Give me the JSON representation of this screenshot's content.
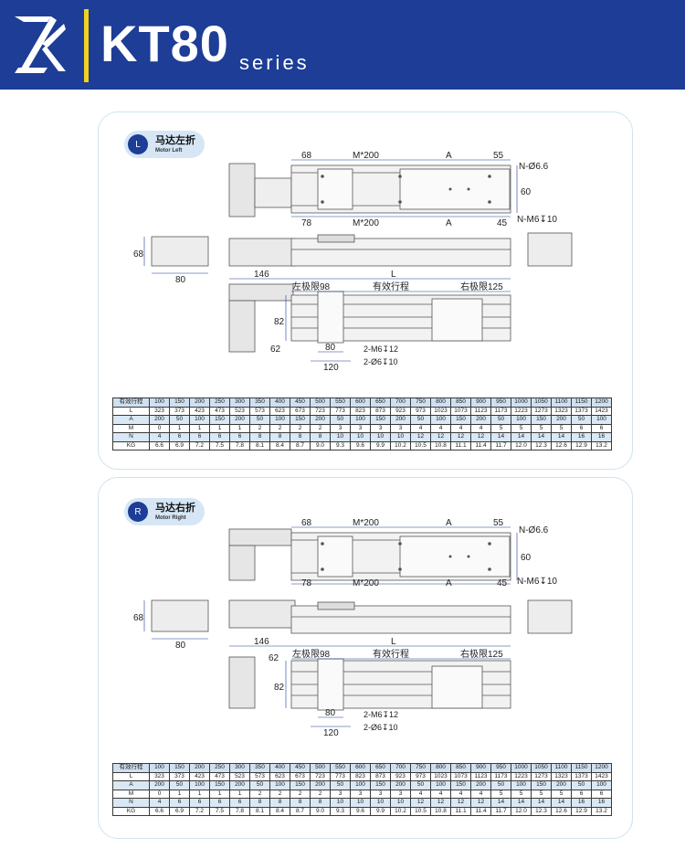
{
  "header": {
    "title": "KT80",
    "subtitle": "series"
  },
  "dims": {
    "d68": "68",
    "m200": "M*200",
    "a": "A",
    "d55": "55",
    "n_hole": "N-Ø6.6",
    "d60": "60",
    "d78": "78",
    "d45": "45",
    "n_m6": "N-M6↧10",
    "d80": "80",
    "d146": "146",
    "l": "L",
    "left_limit": "左极限98",
    "stroke": "有效行程",
    "right_limit": "右极限125",
    "d82": "82",
    "d62": "62",
    "d120": "120",
    "m6_2": "2-M6↧12",
    "hole_2": "2-Ø6↧10"
  },
  "panels": [
    {
      "badge_letter": "L",
      "badge_cn": "马达左折",
      "badge_en": "Motor Left"
    },
    {
      "badge_letter": "R",
      "badge_cn": "马达右折",
      "badge_en": "Motor Right"
    }
  ],
  "table": {
    "rows": [
      {
        "label": "有效行程",
        "values": [
          "100",
          "150",
          "200",
          "250",
          "300",
          "350",
          "400",
          "450",
          "500",
          "550",
          "600",
          "650",
          "700",
          "750",
          "800",
          "850",
          "900",
          "950",
          "1000",
          "1050",
          "1100",
          "1150",
          "1200"
        ]
      },
      {
        "label": "L",
        "values": [
          "323",
          "373",
          "423",
          "473",
          "523",
          "573",
          "623",
          "673",
          "723",
          "773",
          "823",
          "873",
          "923",
          "973",
          "1023",
          "1073",
          "1123",
          "1173",
          "1223",
          "1273",
          "1323",
          "1373",
          "1423"
        ]
      },
      {
        "label": "A",
        "values": [
          "200",
          "50",
          "100",
          "150",
          "200",
          "50",
          "100",
          "150",
          "200",
          "50",
          "100",
          "150",
          "200",
          "50",
          "100",
          "150",
          "200",
          "50",
          "100",
          "150",
          "200",
          "50",
          "100"
        ]
      },
      {
        "label": "M",
        "values": [
          "0",
          "1",
          "1",
          "1",
          "1",
          "2",
          "2",
          "2",
          "2",
          "3",
          "3",
          "3",
          "3",
          "4",
          "4",
          "4",
          "4",
          "5",
          "5",
          "5",
          "5",
          "6",
          "6"
        ]
      },
      {
        "label": "N",
        "values": [
          "4",
          "6",
          "6",
          "6",
          "6",
          "8",
          "8",
          "8",
          "8",
          "10",
          "10",
          "10",
          "10",
          "12",
          "12",
          "12",
          "12",
          "14",
          "14",
          "14",
          "14",
          "16",
          "16"
        ]
      },
      {
        "label": "KG",
        "values": [
          "6.6",
          "6.9",
          "7.2",
          "7.5",
          "7.8",
          "8.1",
          "8.4",
          "8.7",
          "9.0",
          "9.3",
          "9.6",
          "9.9",
          "10.2",
          "10.5",
          "10.8",
          "11.1",
          "11.4",
          "11.7",
          "12.0",
          "12.3",
          "12.6",
          "12.9",
          "13.2"
        ]
      }
    ]
  },
  "colors": {
    "brand": "#1d3d96",
    "accent": "#f2d21c",
    "dim_line": "#1d3d96",
    "table_stripe": "#d9e8f4"
  }
}
